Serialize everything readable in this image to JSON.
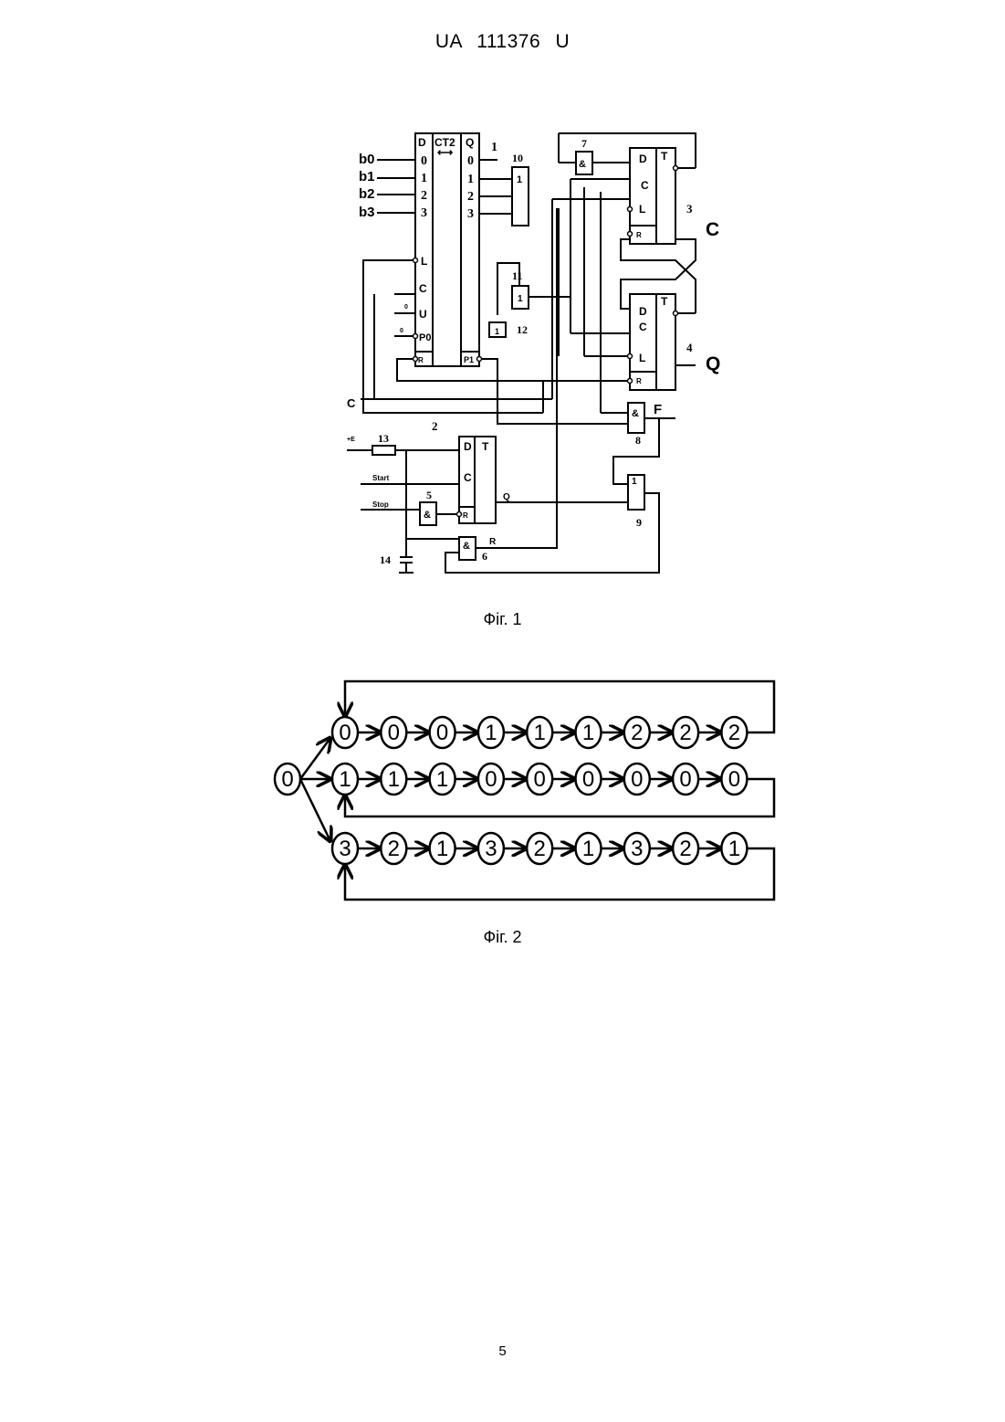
{
  "header": {
    "doc_number": "UA   111376   U"
  },
  "figure1": {
    "caption": "Фіг. 1",
    "inputs": [
      "b0",
      "b1",
      "b2",
      "b3"
    ],
    "counter": {
      "title": "CT2",
      "arrow": "⟷",
      "d_col": "D",
      "q_col": "Q",
      "d_pins": [
        "0",
        "1",
        "2",
        "3"
      ],
      "q_pins": [
        "0",
        "1",
        "2",
        "3"
      ],
      "side_pins": [
        "L",
        "C",
        "U",
        "P0",
        "R"
      ],
      "p1": "P1",
      "u_in": "0",
      "p0_in": "0"
    },
    "numbers": {
      "n1": "1",
      "n2": "2",
      "n3": "3",
      "n4": "4",
      "n5": "5",
      "n6": "6",
      "n7": "7",
      "n8": "8",
      "n9": "9",
      "n10": "10",
      "n11": "11",
      "n12": "12",
      "n13": "13",
      "n14": "14"
    },
    "gates": {
      "or": "1",
      "and": "&",
      "one": "1"
    },
    "flipflop_pins": {
      "d": "D",
      "t": "T",
      "c": "C",
      "l": "L",
      "r": "R"
    },
    "labels": {
      "c_out": "C",
      "q_out": "Q",
      "f_out": "F",
      "c_in": "C",
      "q_small": "Q",
      "r_small": "R",
      "plus_e": "+E",
      "start": "Start",
      "stop": "Stop"
    }
  },
  "figure2": {
    "caption": "Фіг. 2",
    "start_node": "0",
    "rows": [
      [
        "0",
        "0",
        "0",
        "1",
        "1",
        "1",
        "2",
        "2",
        "2"
      ],
      [
        "1",
        "1",
        "1",
        "0",
        "0",
        "0",
        "0",
        "0",
        "0"
      ],
      [
        "3",
        "2",
        "1",
        "3",
        "2",
        "1",
        "3",
        "2",
        "1"
      ]
    ]
  },
  "page_number": "5"
}
